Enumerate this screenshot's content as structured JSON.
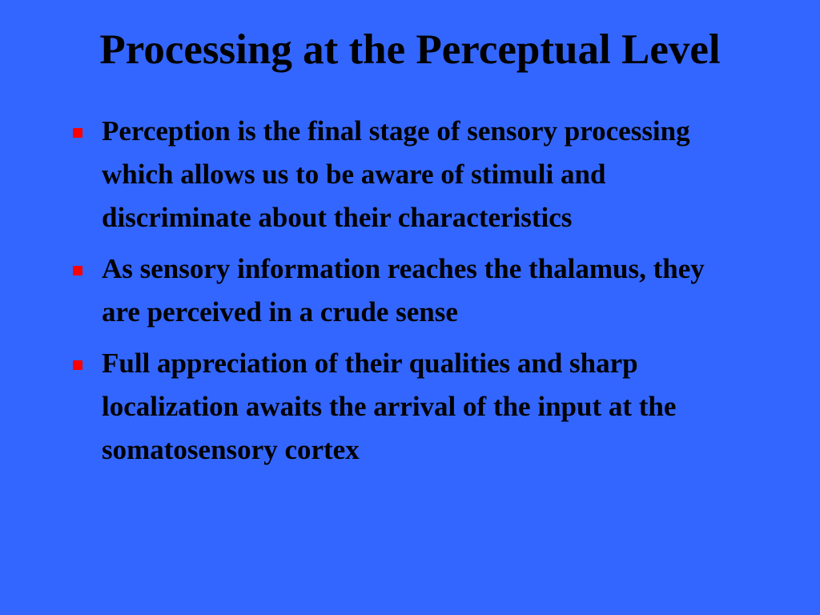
{
  "slide": {
    "title": "Processing at the Perceptual Level",
    "background_color": "#3366ff",
    "bullet_color": "#ff0000",
    "bullets": [
      {
        "text": "Perception is the final stage of sensory processing which allows us to be aware of stimuli and discriminate about their characteristics"
      },
      {
        "text": "As sensory information reaches the thalamus, they are perceived in a crude sense"
      },
      {
        "text": "Full appreciation of their qualities and sharp localization awaits the arrival of the input at the somatosensory cortex"
      }
    ]
  }
}
